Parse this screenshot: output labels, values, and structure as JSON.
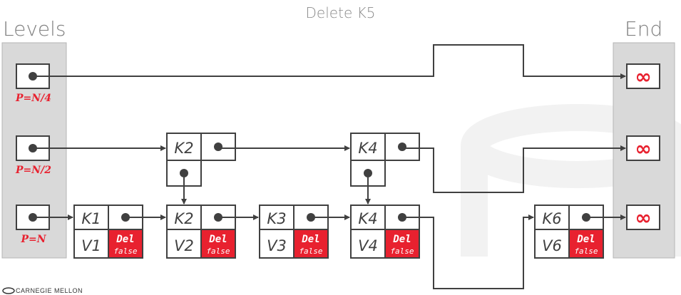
{
  "title": "Delete K5",
  "labels": {
    "levels": "Levels",
    "end": "End"
  },
  "levels": [
    {
      "prob": "P=N/4"
    },
    {
      "prob": "P=N/2"
    },
    {
      "prob": "P=N"
    }
  ],
  "end_symbol": "∞",
  "nodes": [
    {
      "key": "K1",
      "value": "V1",
      "del_label": "Del",
      "del_value": "false"
    },
    {
      "key": "K2",
      "value": "V2",
      "del_label": "Del",
      "del_value": "false"
    },
    {
      "key": "K3",
      "value": "V3",
      "del_label": "Del",
      "del_value": "false"
    },
    {
      "key": "K4",
      "value": "V4",
      "del_label": "Del",
      "del_value": "false"
    },
    {
      "key": "K6",
      "value": "V6",
      "del_label": "Del",
      "del_value": "false"
    }
  ],
  "upper_nodes": [
    {
      "key": "K2"
    },
    {
      "key": "K4"
    }
  ],
  "footer": "CARNEGIE MELLON",
  "colors": {
    "accent": "#e8212f",
    "panel": "#d9d9d9",
    "line": "#404040"
  }
}
